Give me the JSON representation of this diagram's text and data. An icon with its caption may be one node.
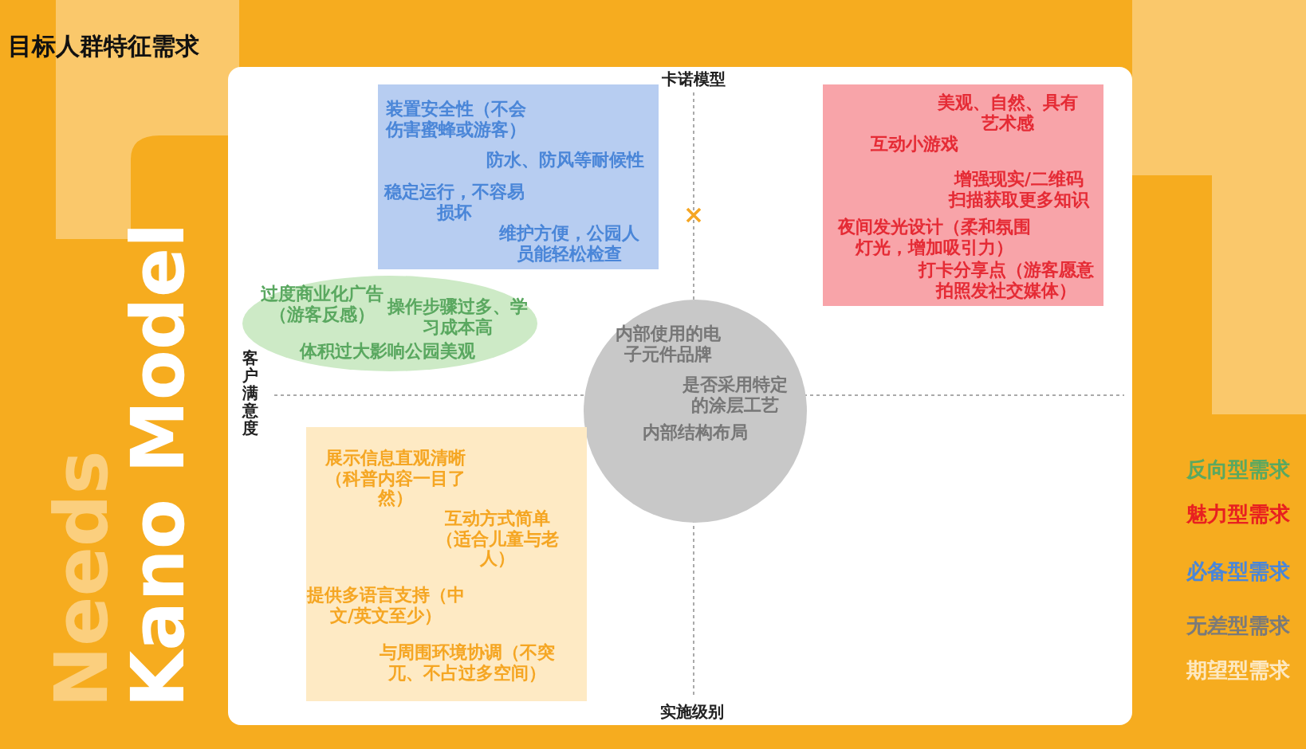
{
  "diagram": {
    "title": "目标人群特征需求",
    "nodes": [
      {
        "text": [
          "装置安全性（不会伤害蜜蜂或游客）",
          "防水、防风等耐候性",
          "稳定运行，不容易损坏",
          "维护方便，公园人员能轻松检查"
        ]
      },
      {
        "text": [
          "美观、自然、具有艺术感",
          "互动小游戏",
          "增强现实/二维码扫描获取更多知识",
          "夜间发光设计（柔和氛围灯光，增加吸引力）",
          "打卡分享点（游客愿意拍照发社交媒体）"
        ]
      },
      {
        "text": [
          "过度商业化广告（游客反感）",
          "操作步骤过多、学习成本高",
          "体积过大影响公园美观"
        ]
      },
      {
        "text": [
          "内部使用的电子元件品牌",
          "是否采用特定的涂层工艺",
          "内部结构布局"
        ]
      },
      {
        "text": [
          "展示信息直观清晰（科普内容一目了然）",
          "互动方式简单（适合儿童与老人）",
          "提供多语言支持（中文/英文至少）",
          "与周围环境协调（不突兀、不占过多空间）"
        ]
      }
    ],
    "labels": [
      "卡诺模型",
      "客户满意度",
      "实施级别",
      "Needs",
      "Kano Model"
    ],
    "legend": [
      {
        "text": "反向型需求",
        "color": "#5aa860"
      },
      {
        "text": "魅力型需求",
        "color": "#e82020"
      },
      {
        "text": "必备型需求",
        "color": "#4a86d8"
      },
      {
        "text": "无差型需求",
        "color": "#7a7a7a"
      },
      {
        "text": "期望型需求",
        "color": "#fde8c0"
      }
    ]
  }
}
